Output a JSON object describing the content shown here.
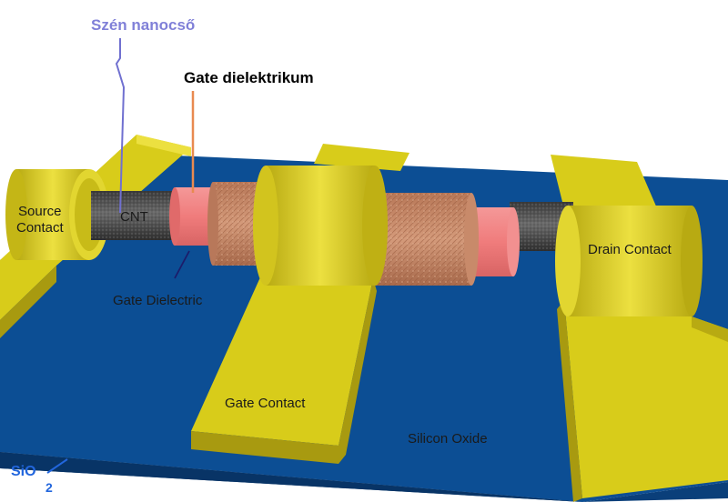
{
  "labels": {
    "szen_nanocso": "Szén nanocső",
    "gate_dielektrikum": "Gate dielektrikum",
    "source_contact_line1": "Source",
    "source_contact_line2": "Contact",
    "cnt": "CNT",
    "gate_dielectric": "Gate Dielectric",
    "drain_contact": "Drain Contact",
    "gate_contact": "Gate Contact",
    "silicon_oxide": "Silicon Oxide",
    "sio2_main": "SiO",
    "sio2_sub": "2"
  },
  "colors": {
    "gold": "#d8cc1a",
    "gold_dark": "#a89a10",
    "gold_light": "#f0e64a",
    "substrate": "#0c4e94",
    "substrate_edge": "#0a3f7a",
    "cnt_gray": "#555555",
    "dielectric_pink": "#f07c7c",
    "copper": "#c88a6a",
    "blue_leader": "#7070d0",
    "orange_leader": "#e88a50"
  }
}
